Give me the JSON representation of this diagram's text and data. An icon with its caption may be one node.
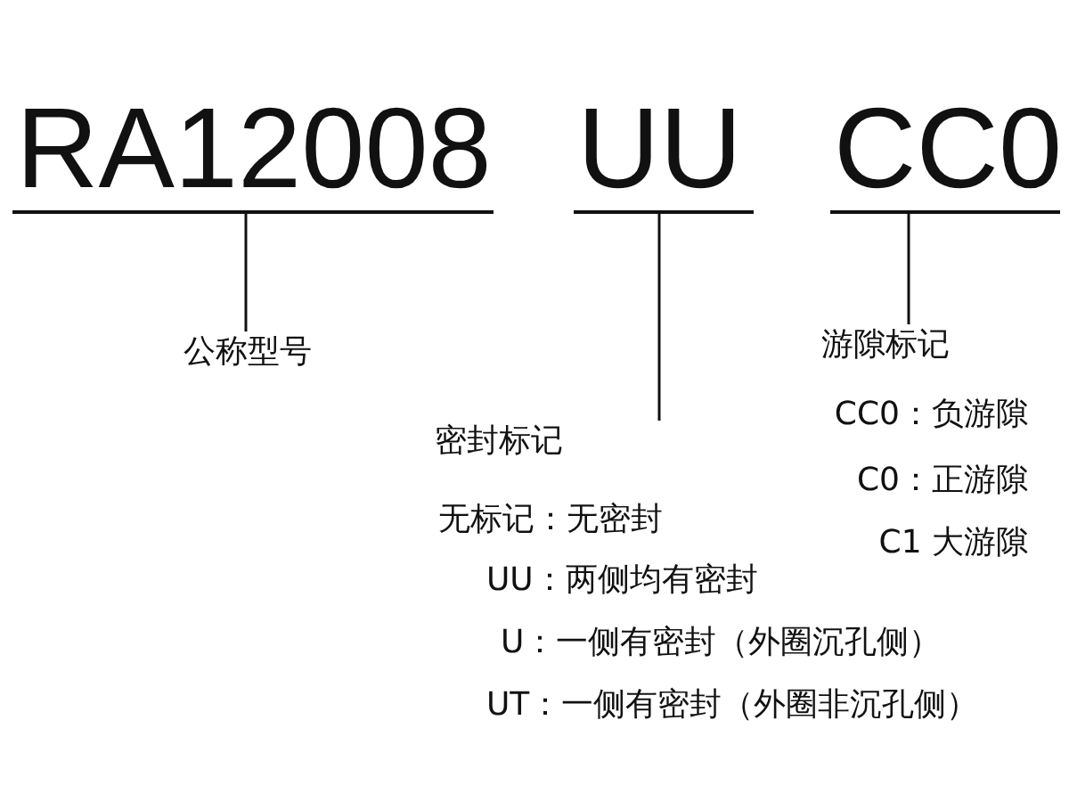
{
  "diagram": {
    "nodes": [
      {
        "text": [
          "RA12008"
        ]
      },
      {
        "text": [
          "UU"
        ]
      },
      {
        "text": [
          "CC0"
        ]
      },
      {
        "text": [
          "公称型号"
        ]
      },
      {
        "text": [
          "密封标记"
        ]
      },
      {
        "text": [
          "游隙标记"
        ]
      }
    ],
    "edges": [
      {
        "from": 0,
        "to": 3,
        "arrow": "none"
      },
      {
        "from": 1,
        "to": 4,
        "arrow": "none"
      },
      {
        "from": 2,
        "to": 5,
        "arrow": "none"
      }
    ],
    "labels": [
      "CC0：负游隙",
      "无标记：无密封",
      "C0：正游隙",
      "C1 大游隙",
      "UU：两侧均有密封",
      "U：一侧有密封（外圈沉孔侧）",
      "UT：一侧有密封（外圈非沉孔侧）"
    ]
  }
}
